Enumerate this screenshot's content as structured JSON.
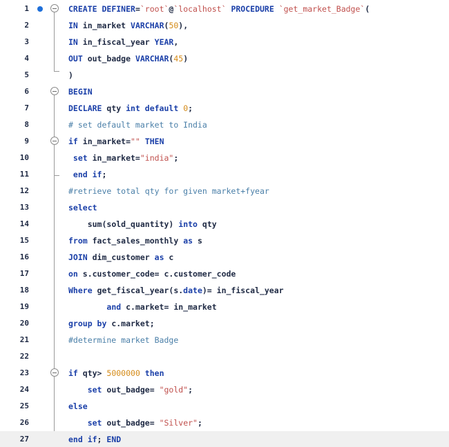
{
  "editor": {
    "lines": [
      {
        "num": "1",
        "tokens": [
          [
            "kw",
            "CREATE "
          ],
          [
            "kw",
            "DEFINER"
          ],
          [
            "id",
            "="
          ],
          [
            "str",
            "`root`"
          ],
          [
            "id",
            "@"
          ],
          [
            "str",
            "`localhost`"
          ],
          [
            "kw",
            " PROCEDURE "
          ],
          [
            "str",
            "`get_market_Badge`"
          ],
          [
            "id",
            "("
          ]
        ]
      },
      {
        "num": "2",
        "tokens": [
          [
            "kw",
            "IN "
          ],
          [
            "id",
            "in_market "
          ],
          [
            "kw",
            "VARCHAR"
          ],
          [
            "id",
            "("
          ],
          [
            "num",
            "50"
          ],
          [
            "id",
            "),"
          ]
        ]
      },
      {
        "num": "3",
        "tokens": [
          [
            "kw",
            "IN "
          ],
          [
            "id",
            "in_fiscal_year "
          ],
          [
            "kw",
            "YEAR"
          ],
          [
            "id",
            ","
          ]
        ]
      },
      {
        "num": "4",
        "tokens": [
          [
            "kw",
            "OUT "
          ],
          [
            "id",
            "out_badge "
          ],
          [
            "kw",
            "VARCHAR"
          ],
          [
            "id",
            "("
          ],
          [
            "num",
            "45"
          ],
          [
            "id",
            ")"
          ]
        ]
      },
      {
        "num": "5",
        "tokens": [
          [
            "id",
            ")"
          ]
        ]
      },
      {
        "num": "6",
        "tokens": [
          [
            "kw",
            "BEGIN"
          ]
        ]
      },
      {
        "num": "7",
        "tokens": [
          [
            "kw",
            "DECLARE "
          ],
          [
            "id",
            "qty "
          ],
          [
            "kw",
            "int default "
          ],
          [
            "num",
            "0"
          ],
          [
            "id",
            ";"
          ]
        ]
      },
      {
        "num": "8",
        "tokens": [
          [
            "cmt",
            "# set default market to India"
          ]
        ]
      },
      {
        "num": "9",
        "tokens": [
          [
            "kw",
            "if "
          ],
          [
            "id",
            "in_market="
          ],
          [
            "str",
            "\"\""
          ],
          [
            "kw",
            " THEN"
          ]
        ]
      },
      {
        "num": "10",
        "tokens": [
          [
            "kw",
            " set "
          ],
          [
            "id",
            "in_market="
          ],
          [
            "str",
            "\"india\""
          ],
          [
            "id",
            ";"
          ]
        ]
      },
      {
        "num": "11",
        "tokens": [
          [
            "kw",
            " end if"
          ],
          [
            "id",
            ";"
          ]
        ]
      },
      {
        "num": "12",
        "tokens": [
          [
            "cmt",
            "#retrieve total qty for given market+fyear"
          ]
        ]
      },
      {
        "num": "13",
        "tokens": [
          [
            "kw",
            "select"
          ]
        ]
      },
      {
        "num": "14",
        "tokens": [
          [
            "id",
            "    "
          ],
          [
            "fn",
            "sum"
          ],
          [
            "id",
            "(sold_quantity) "
          ],
          [
            "kw",
            "into "
          ],
          [
            "id",
            "qty"
          ]
        ]
      },
      {
        "num": "15",
        "tokens": [
          [
            "kw",
            "from "
          ],
          [
            "id",
            "fact_sales_monthly "
          ],
          [
            "kw",
            "as "
          ],
          [
            "id",
            "s"
          ]
        ]
      },
      {
        "num": "16",
        "tokens": [
          [
            "kw",
            "JOIN "
          ],
          [
            "id",
            "dim_customer "
          ],
          [
            "kw",
            "as "
          ],
          [
            "id",
            "c"
          ]
        ]
      },
      {
        "num": "17",
        "tokens": [
          [
            "kw",
            "on "
          ],
          [
            "id",
            "s.customer_code= c.customer_code"
          ]
        ]
      },
      {
        "num": "18",
        "tokens": [
          [
            "kw",
            "Where "
          ],
          [
            "id",
            "get_fiscal_year(s."
          ],
          [
            "kw",
            "date"
          ],
          [
            "id",
            ")= in_fiscal_year"
          ]
        ]
      },
      {
        "num": "19",
        "tokens": [
          [
            "id",
            "        "
          ],
          [
            "kw",
            "and "
          ],
          [
            "id",
            "c.market= in_market"
          ]
        ]
      },
      {
        "num": "20",
        "tokens": [
          [
            "kw",
            "group by "
          ],
          [
            "id",
            "c.market;"
          ]
        ]
      },
      {
        "num": "21",
        "tokens": [
          [
            "cmt",
            "#determine market Badge"
          ]
        ]
      },
      {
        "num": "22",
        "tokens": []
      },
      {
        "num": "23",
        "tokens": [
          [
            "kw",
            "if "
          ],
          [
            "id",
            "qty> "
          ],
          [
            "num",
            "5000000"
          ],
          [
            "kw",
            " then"
          ]
        ]
      },
      {
        "num": "24",
        "tokens": [
          [
            "id",
            "    "
          ],
          [
            "kw",
            "set "
          ],
          [
            "id",
            "out_badge= "
          ],
          [
            "str",
            "\"gold\""
          ],
          [
            "id",
            ";"
          ]
        ]
      },
      {
        "num": "25",
        "tokens": [
          [
            "kw",
            "else"
          ]
        ]
      },
      {
        "num": "26",
        "tokens": [
          [
            "id",
            "    "
          ],
          [
            "kw",
            "set "
          ],
          [
            "id",
            "out_badge= "
          ],
          [
            "str",
            "\"Silver\""
          ],
          [
            "id",
            ";"
          ]
        ]
      },
      {
        "num": "27",
        "tokens": [
          [
            "kw",
            "end if"
          ],
          [
            "id",
            "; "
          ],
          [
            "kw",
            "END"
          ]
        ]
      }
    ],
    "breakpoint_line": "1",
    "fold_markers": [
      "1",
      "6",
      "9",
      "23"
    ],
    "active_line": "27",
    "colors": {
      "keyword": "#1a3fa8",
      "string": "#c0504d",
      "number": "#d48a17",
      "comment": "#4a7fa8",
      "breakpoint": "#1e6fd9"
    }
  }
}
